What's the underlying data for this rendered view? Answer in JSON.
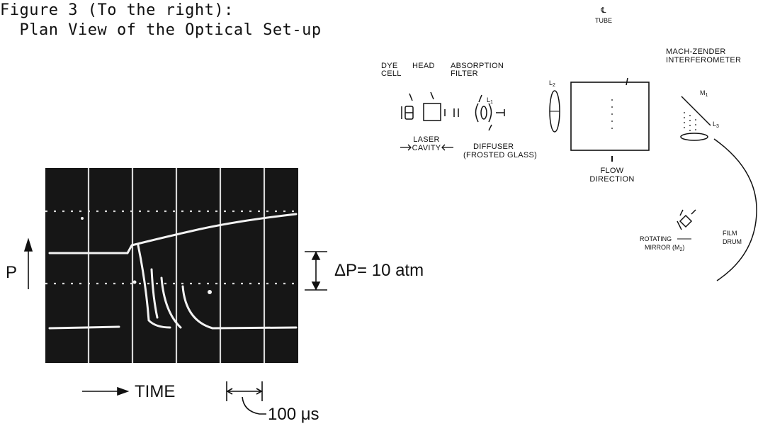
{
  "caption": {
    "line1": "Figure 3 (To the right):",
    "line2": "  Plan View of the Optical Set-up"
  },
  "optical_setup": {
    "tube_symbol": "℄",
    "tube_label": "TUBE",
    "mach_zender_line1": "MACH-ZENDER",
    "mach_zender_line2": "INTERFEROMETER",
    "dye_line1": "DYE",
    "dye_line2": "CELL",
    "head_label": "HEAD",
    "absorption_line1": "ABSORPTION",
    "absorption_line2": "FILTER",
    "l1_label": "L",
    "l1_sub": "1",
    "l2_label": "L",
    "l2_sub": "2",
    "m1_label": "M",
    "m1_sub": "1",
    "l3_label": "L",
    "l3_sub": "3",
    "laser_line1": "LASER",
    "laser_line2": "CAVITY",
    "diffuser_line1": "DIFFUSER",
    "diffuser_line2": "(FROSTED GLASS)",
    "flow_line1": "FLOW",
    "flow_line2": "DIRECTION",
    "rotating_line1": "ROTATING",
    "rotating_line2": "MIRROR (M",
    "rotating_sub": "2",
    "rotating_close": ")",
    "film_line1": "FILM",
    "film_line2": "DRUM"
  },
  "oscillogram": {
    "p_label": "P",
    "delta_p_label": "ΔP= 10 atm",
    "time_label": "TIME",
    "time_scale_label": "100 μs",
    "colors": {
      "screen": "#161616",
      "grid": "#d8d8d8",
      "trace": "#f2f2f2"
    }
  }
}
